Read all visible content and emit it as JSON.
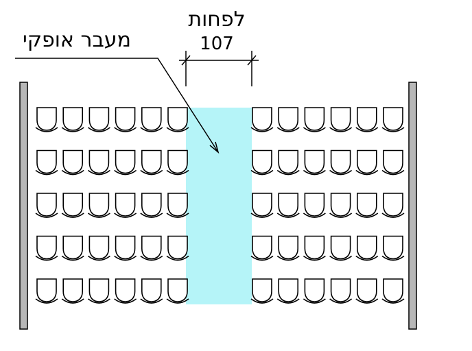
{
  "labels": {
    "min_label": "לפחות",
    "dimension_value": "107",
    "aisle_label": "מעבר אופקי"
  },
  "seating": {
    "rows": 5,
    "seats_per_side": 6
  },
  "colors": {
    "aisle": "#b5f4f8",
    "wall": "#b7b7b7",
    "line": "#000000"
  }
}
